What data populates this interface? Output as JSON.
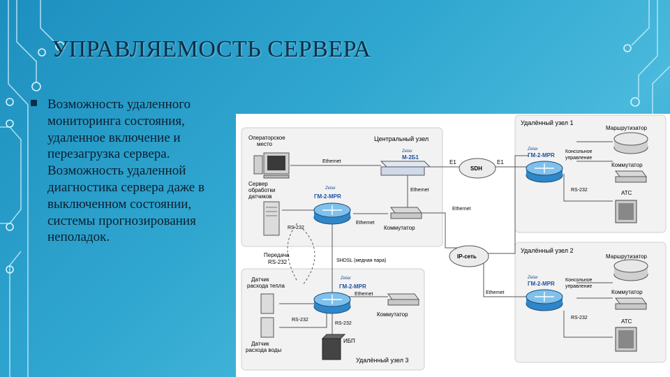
{
  "title": "УПРАВЛЯЕМОСТЬ СЕРВЕРА",
  "bullet": "Возможность удаленного мониторинга состояния, удаленное включение и перезагрузка сервера. Возможность удаленной диагностика сервера даже в выключенном состоянии, системы прогнозирования неполадок.",
  "colors": {
    "accent_text": "#0c2f48",
    "router": "#2f86c8",
    "brand": "#1f4f9e"
  },
  "diagram": {
    "central_node": "Центральный узел",
    "remote1": "Удалённый узел 1",
    "remote2": "Удалённый узел 2",
    "remote3": "Удалённый узел 3",
    "operator_place_1": "Операторское",
    "operator_place_2": "место",
    "server_1": "Сервер",
    "server_2": "обработки",
    "server_3": "датчиков",
    "transfer_1": "Передача",
    "transfer_2": "RS-232",
    "sensor_heat_1": "Датчик",
    "sensor_heat_2": "расхода тепла",
    "sensor_water_1": "Датчик",
    "sensor_water_2": "расхода воды",
    "router_model": "ГМ-2-MPR",
    "mux_model": "М-2Б1",
    "brand": "Zelax",
    "ethernet": "Ethernet",
    "rs232": "RS-232",
    "e1": "E1",
    "sdh": "SDH",
    "ip_net": "IP-сеть",
    "shdsl": "SHDSL (медная пара)",
    "switch": "Коммутатор",
    "ups": "ИБП",
    "router_label": "Маршрутизатор",
    "console_1": "Консольное",
    "console_2": "управление",
    "atc": "АТС"
  }
}
